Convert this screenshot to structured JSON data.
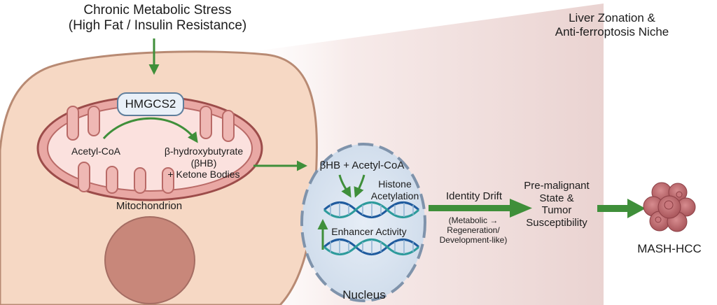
{
  "stressor": {
    "line1": "Chronic Metabolic Stress",
    "line2": "(High Fat / Insulin Resistance)"
  },
  "niche": {
    "line1": "Liver Zonation &",
    "line2": "Anti-ferroptosis Niche"
  },
  "mitochondrion": {
    "enzyme": "HMGCS2",
    "substrate": "Acetyl-CoA",
    "product_line1": "β-hydroxybutyrate",
    "product_line2": "(βHB)",
    "product_line3": "+ Ketone Bodies",
    "label": "Mitochondrion"
  },
  "nucleus": {
    "inputs": "βHB + Acetyl-CoA",
    "histone_line1": "Histone",
    "histone_line2": "Acetylation",
    "enhancer": "Enhancer Activity",
    "label": "Nucleus"
  },
  "drift": {
    "title": "Identity Drift",
    "sub_line1": "(Metabolic →",
    "sub_line2": "Regeneration/",
    "sub_line3": "Development-like)"
  },
  "state": {
    "line1": "Pre-malignant",
    "line2": "State &",
    "line3": "Tumor",
    "line4": "Susceptibility"
  },
  "outcome": {
    "label": "MASH-HCC"
  },
  "colors": {
    "arrow_green": "#3f8f3a",
    "cell_fill": "#f6d8c4",
    "cell_stroke": "#b88a73",
    "mito_stroke": "#9c4c4a",
    "nucleus_fill": "#dbe5f0",
    "nucleus_dash": "#7f93ab",
    "dna_blue": "#1f5b9e",
    "dna_teal": "#2d9b9c",
    "niche_gradient": "#eed9d8"
  }
}
